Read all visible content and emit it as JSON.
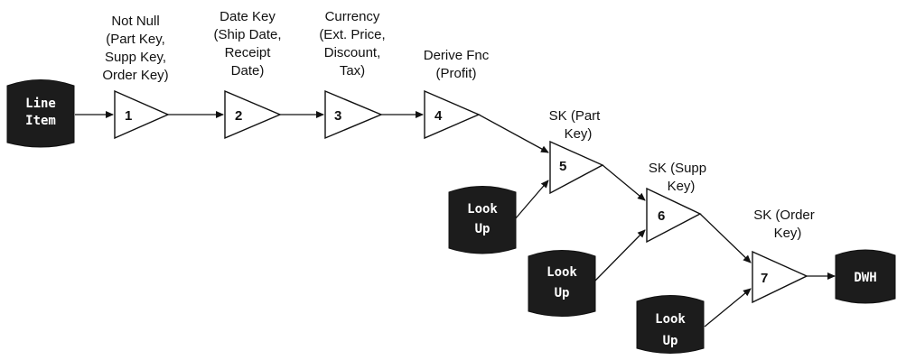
{
  "sources": [
    {
      "id": "line_item",
      "lines": [
        "Line",
        "Item"
      ]
    }
  ],
  "lookups": [
    {
      "id": "lookup_1",
      "lines": [
        "Look",
        "Up"
      ]
    },
    {
      "id": "lookup_2",
      "lines": [
        "Look",
        "Up"
      ]
    },
    {
      "id": "lookup_3",
      "lines": [
        "Look",
        "Up"
      ]
    }
  ],
  "target": {
    "id": "dwh",
    "lines": [
      "DWH"
    ]
  },
  "steps": [
    {
      "number": "1",
      "caption": [
        "Not Null",
        "(Part Key,",
        "Supp Key,",
        "Order Key)"
      ]
    },
    {
      "number": "2",
      "caption": [
        "Date Key",
        "(Ship Date,",
        "Receipt",
        "Date)"
      ]
    },
    {
      "number": "3",
      "caption": [
        "Currency",
        "(Ext. Price,",
        "Discount,",
        "Tax)"
      ]
    },
    {
      "number": "4",
      "caption": [
        "Derive Fnc",
        "(Profit)"
      ]
    },
    {
      "number": "5",
      "caption": [
        "SK (Part",
        "Key)"
      ]
    },
    {
      "number": "6",
      "caption": [
        "SK (Supp",
        "Key)"
      ]
    },
    {
      "number": "7",
      "caption": [
        "SK (Order",
        "Key)"
      ]
    }
  ],
  "edges": [
    [
      "line_item",
      "step1"
    ],
    [
      "step1",
      "step2"
    ],
    [
      "step2",
      "step3"
    ],
    [
      "step3",
      "step4"
    ],
    [
      "step4",
      "step5"
    ],
    [
      "lookup_1",
      "step5"
    ],
    [
      "step5",
      "step6"
    ],
    [
      "lookup_2",
      "step6"
    ],
    [
      "step6",
      "step7"
    ],
    [
      "lookup_3",
      "step7"
    ],
    [
      "step7",
      "dwh"
    ]
  ],
  "colors": {
    "cylinder_fill": "#1c1c1c",
    "cylinder_text": "#ffffff",
    "line": "#111111"
  }
}
